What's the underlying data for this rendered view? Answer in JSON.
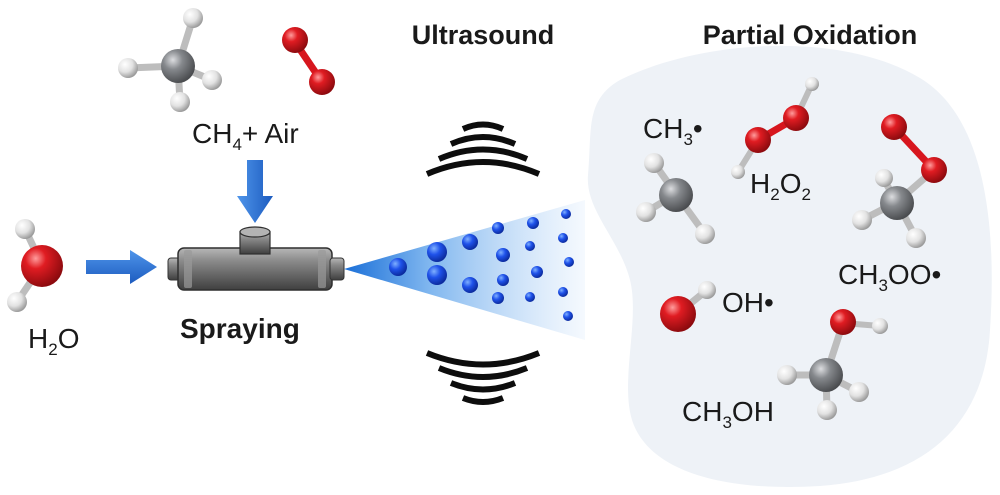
{
  "headings": {
    "ultrasound": "Ultrasound",
    "partial_oxidation": "Partial Oxidation"
  },
  "inputs": {
    "ch4": {
      "base": "CH",
      "sub": "4"
    },
    "plus_air": "+ Air",
    "h2o": {
      "h": "H",
      "sub": "2",
      "o": "O"
    }
  },
  "process": {
    "spraying": "Spraying"
  },
  "species": {
    "ch3_radical": {
      "base": "CH",
      "sub": "3",
      "dot": "•"
    },
    "h2o2": {
      "h": "H",
      "sub1": "2",
      "o": "O",
      "sub2": "2"
    },
    "ch3oo_radical": {
      "base": "CH",
      "sub": "3",
      "tail": "OO",
      "dot": "•"
    },
    "oh_radical": {
      "text": "OH",
      "dot": "•"
    },
    "ch3oh": {
      "base": "CH",
      "sub": "3",
      "tail": "OH"
    }
  },
  "colors": {
    "oxygen": "#d7161e",
    "carbon": "#7d7f82",
    "hydrogen": "#e9e9e9",
    "arrow": "#2b6fd0",
    "droplet": "#1747e6",
    "panel": "#eef2f7",
    "pipe": "#6c6c6c"
  }
}
